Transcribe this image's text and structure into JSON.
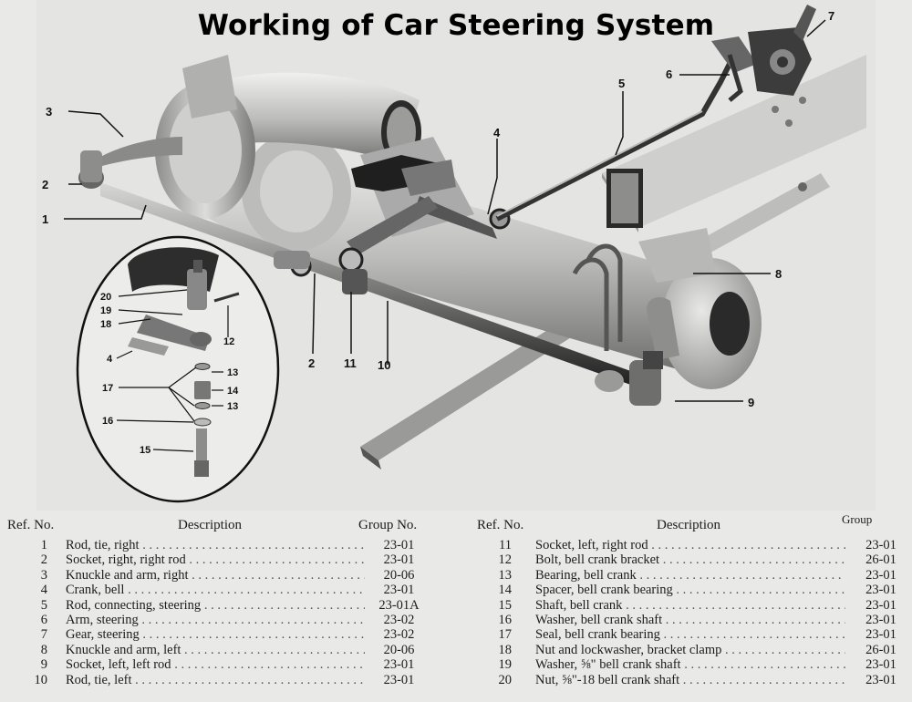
{
  "title": "Working of Car Steering System",
  "callouts": {
    "main": [
      "1",
      "2",
      "3",
      "4",
      "5",
      "6",
      "7",
      "8",
      "9",
      "10",
      "11",
      "2"
    ],
    "inset": [
      "20",
      "19",
      "18",
      "12",
      "4",
      "17",
      "13",
      "14",
      "13",
      "16",
      "15"
    ]
  },
  "table": {
    "headers": {
      "left": {
        "ref": "Ref. No.",
        "desc": "Description",
        "group": "Group No."
      },
      "right": {
        "ref": "Ref. No.",
        "desc": "Description",
        "group": "Group"
      }
    },
    "left_rows": [
      {
        "ref": "1",
        "desc": "Rod, tie, right",
        "group": "23-01"
      },
      {
        "ref": "2",
        "desc": "Socket, right, right rod",
        "group": "23-01"
      },
      {
        "ref": "3",
        "desc": "Knuckle and arm, right",
        "group": "20-06"
      },
      {
        "ref": "4",
        "desc": "Crank, bell",
        "group": "23-01"
      },
      {
        "ref": "5",
        "desc": "Rod, connecting, steering",
        "group": "23-01A"
      },
      {
        "ref": "6",
        "desc": "Arm, steering",
        "group": "23-02"
      },
      {
        "ref": "7",
        "desc": "Gear, steering",
        "group": "23-02"
      },
      {
        "ref": "8",
        "desc": "Knuckle and arm, left",
        "group": "20-06"
      },
      {
        "ref": "9",
        "desc": "Socket, left, left rod",
        "group": "23-01"
      },
      {
        "ref": "10",
        "desc": "Rod, tie, left",
        "group": "23-01"
      }
    ],
    "right_rows": [
      {
        "ref": "11",
        "desc": "Socket, left, right rod",
        "group": "23-01"
      },
      {
        "ref": "12",
        "desc": "Bolt, bell crank bracket",
        "group": "26-01"
      },
      {
        "ref": "13",
        "desc": "Bearing, bell crank",
        "group": "23-01"
      },
      {
        "ref": "14",
        "desc": "Spacer, bell crank bearing",
        "group": "23-01"
      },
      {
        "ref": "15",
        "desc": "Shaft, bell crank",
        "group": "23-01"
      },
      {
        "ref": "16",
        "desc": "Washer, bell crank shaft",
        "group": "23-01"
      },
      {
        "ref": "17",
        "desc": "Seal, bell crank bearing",
        "group": "23-01"
      },
      {
        "ref": "18",
        "desc": "Nut and lockwasher, bracket clamp",
        "group": "26-01"
      },
      {
        "ref": "19",
        "desc": "Washer, ⅝\" bell crank shaft",
        "group": "23-01"
      },
      {
        "ref": "20",
        "desc": "Nut, ⅝\"-18 bell crank shaft",
        "group": "23-01"
      }
    ]
  }
}
